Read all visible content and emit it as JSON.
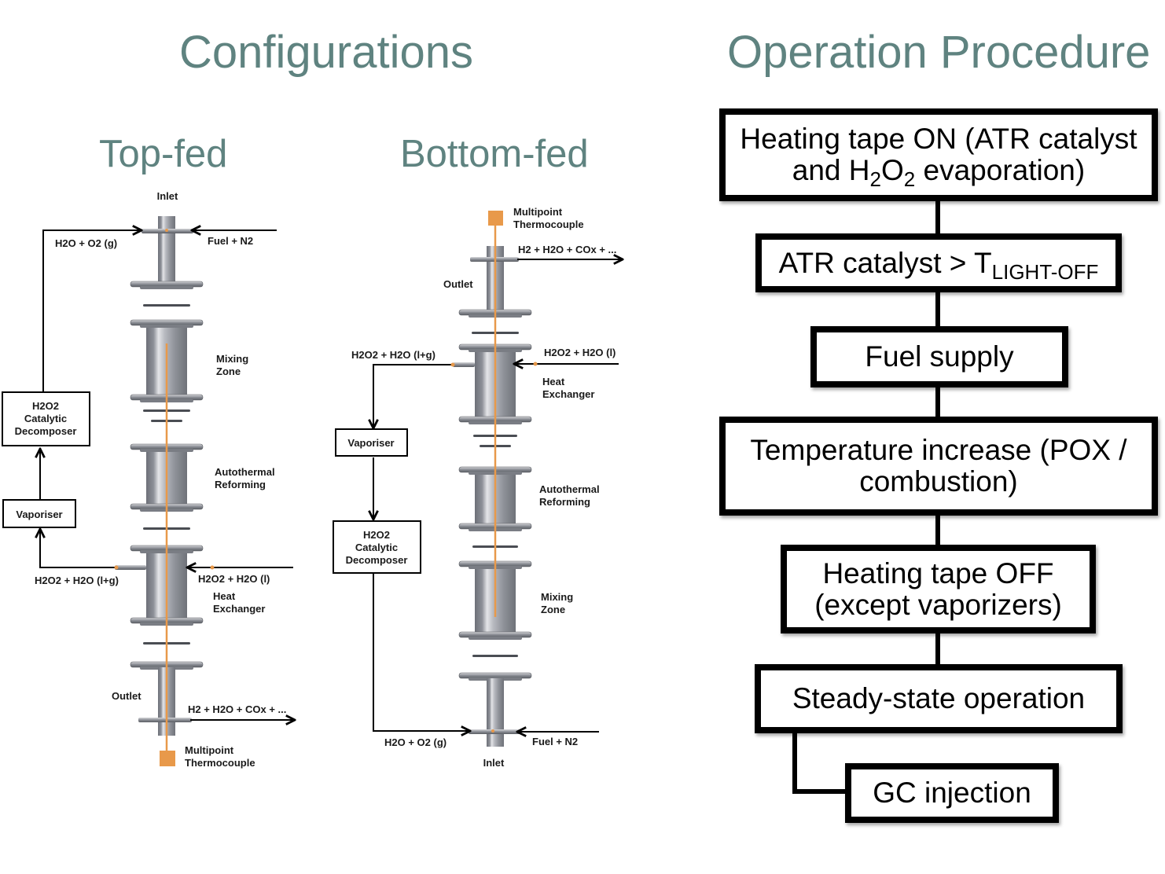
{
  "titles": {
    "configurations": "Configurations",
    "operation_procedure": "Operation Procedure",
    "top_fed": "Top-fed",
    "bottom_fed": "Bottom-fed"
  },
  "top_fed": {
    "inlet": "Inlet",
    "h2o_o2": "H2O + O2 (g)",
    "fuel_n2": "Fuel + N2",
    "mixing_zone": [
      "Mixing",
      "Zone"
    ],
    "decomposer": [
      "H2O2",
      "Catalytic",
      "Decomposer"
    ],
    "autothermal": [
      "Autothermal",
      "Reforming"
    ],
    "vaporiser": "Vaporiser",
    "h2o2_lg": "H2O2 + H2O (l+g)",
    "h2o2_l": "H2O2 + H2O (l)",
    "heat_exchanger": [
      "Heat",
      "Exchanger"
    ],
    "outlet": "Outlet",
    "product": "H2 + H2O + COx + ...",
    "thermocouple": [
      "Multipoint",
      "Thermocouple"
    ]
  },
  "bottom_fed": {
    "thermocouple": [
      "Multipoint",
      "Thermocouple"
    ],
    "product": "H2 + H2O + COx + ...",
    "outlet": "Outlet",
    "h2o2_lg": "H2O2 + H2O (l+g)",
    "h2o2_l": "H2O2 + H2O (l)",
    "heat_exchanger": [
      "Heat",
      "Exchanger"
    ],
    "vaporiser": "Vaporiser",
    "autothermal": [
      "Autothermal",
      "Reforming"
    ],
    "decomposer": [
      "H2O2",
      "Catalytic",
      "Decomposer"
    ],
    "mixing_zone": [
      "Mixing",
      "Zone"
    ],
    "h2o_o2": "H2O + O2 (g)",
    "fuel_n2": "Fuel + N2",
    "inlet": "Inlet"
  },
  "procedure": {
    "step1": {
      "line1": "Heating tape ON (ATR catalyst",
      "line2_pre": "and H",
      "sub1": "2",
      "mid": "O",
      "sub2": "2",
      "line2_post": " evaporation)"
    },
    "step2": {
      "text": "ATR catalyst > T",
      "sub": "LIGHT-OFF"
    },
    "step3": {
      "text": "Fuel supply"
    },
    "step4": {
      "line1": "Temperature increase (POX /",
      "line2": "combustion)"
    },
    "step5": {
      "line1": "Heating tape OFF",
      "line2": "(except vaporizers)"
    },
    "step6": {
      "text": "Steady-state operation"
    },
    "step7": {
      "text": "GC injection"
    }
  },
  "colors": {
    "title": "#5f8380",
    "thermocouple": "#e8994a",
    "metal": "#9a9ca3"
  }
}
